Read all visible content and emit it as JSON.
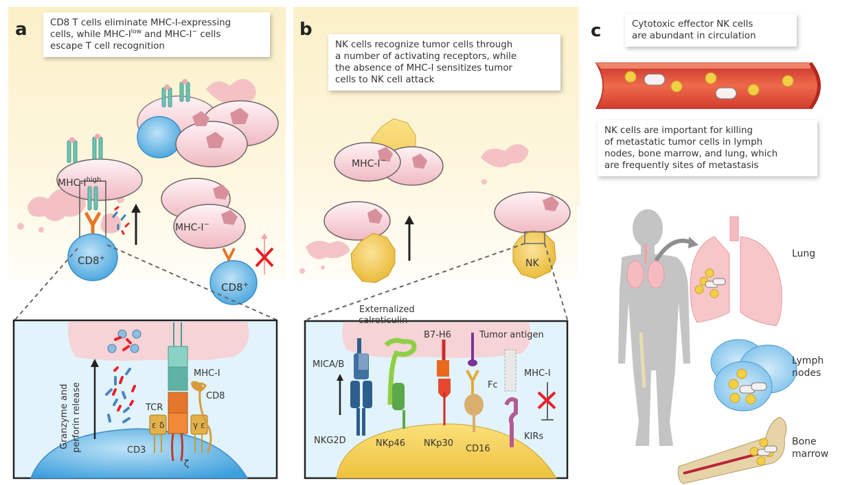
{
  "panels": {
    "a": {
      "letter": "a",
      "caption": {
        "line1": "CD8 T cells eliminate MHC-I-expressing",
        "line2_pre": "cells, while MHC-I",
        "line2_sup1": "low",
        "line2_mid": " and MHC-I",
        "line2_sup2": "−",
        "line2_post": " cells",
        "line3": "escape T cell recognition"
      },
      "labels": {
        "mhc_high_base": "MHC-I",
        "mhc_high_sup": "high",
        "mhc_neg_base": "MHC-I",
        "mhc_neg_sup": "−",
        "cd8_left_base": "CD8",
        "cd8_left_sup": "+",
        "cd8_right_base": "CD8",
        "cd8_right_sup": "+"
      },
      "inset": {
        "granzyme_line1": "Granzyme and",
        "granzyme_line2": "perforin release",
        "mhc_i": "MHC-I",
        "cd8": "CD8",
        "tcr": "TCR",
        "cd3": "CD3",
        "epsilon1": "ε",
        "delta": "δ",
        "gamma": "γ",
        "epsilon2": "ε",
        "zeta": "ζ"
      }
    },
    "b": {
      "letter": "b",
      "caption": {
        "line1": "NK cells recognize tumor cells through",
        "line2": "a number of activating receptors, while",
        "line3": "the absence of MHC-I sensitizes tumor",
        "line4": "cells to NK cell attack"
      },
      "labels": {
        "mhc_neg_base": "MHC-I",
        "mhc_neg_sup": "−",
        "nk": "NK"
      },
      "inset": {
        "externalized_line1": "Externalized",
        "externalized_line2": "calreticulin",
        "b7h6": "B7-H6",
        "tumor_antigen": "Tumor antigen",
        "mica_b": "MICA/B",
        "mhc_i": "MHC-I",
        "fc": "Fc",
        "nkg2d": "NKG2D",
        "nkp46": "NKp46",
        "nkp30": "NKp30",
        "cd16": "CD16",
        "kirs": "KIRs"
      }
    },
    "c": {
      "letter": "c",
      "caption_top": {
        "line1": "Cytotoxic effector NK cells",
        "line2": "are abundant in circulation"
      },
      "caption_mid": {
        "line1": "NK cells are important for killing",
        "line2": "of metastatic tumor cells  in lymph",
        "line3": "nodes, bone marrow, and lung, which",
        "line4": "are frequently sites of metastasis"
      },
      "organs": {
        "lung": "Lung",
        "lymph_line1": "Lymph",
        "lymph_line2": "nodes",
        "bone_line1": "Bone",
        "bone_line2": "marrow"
      }
    }
  },
  "colors": {
    "tumor_cell": "#f4c9cf",
    "tcell": "#5ab3e6",
    "nk_cell": "#f2c53d",
    "mhc": "#6fc1b4",
    "tcr": "#e4772b",
    "inhibit_x": "#e8202a",
    "vessel": "#e24a35",
    "inset_bg": "#e2f3fb"
  }
}
